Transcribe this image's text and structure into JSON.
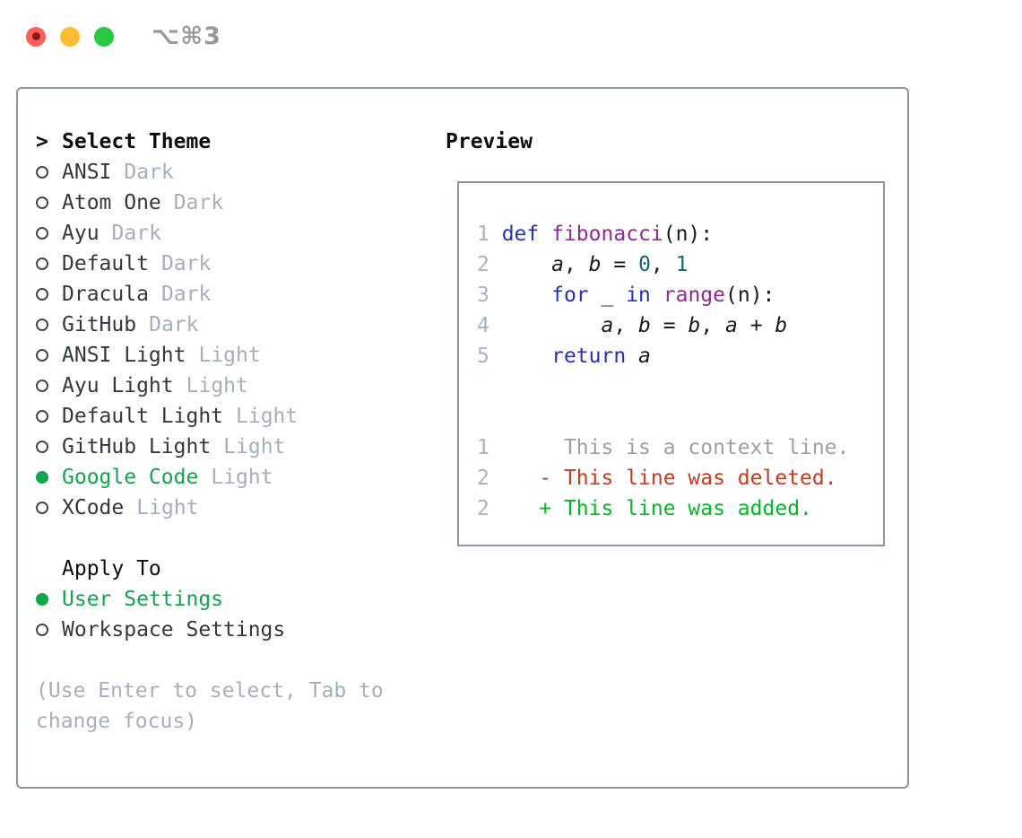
{
  "window": {
    "title": "⌥⌘3"
  },
  "theme_panel": {
    "header": {
      "prefix": ">",
      "label": "Select Theme"
    },
    "themes": [
      {
        "name": "ANSI",
        "variant": "Dark",
        "selected": false
      },
      {
        "name": "Atom One",
        "variant": "Dark",
        "selected": false
      },
      {
        "name": "Ayu",
        "variant": "Dark",
        "selected": false
      },
      {
        "name": "Default",
        "variant": "Dark",
        "selected": false
      },
      {
        "name": "Dracula",
        "variant": "Dark",
        "selected": false
      },
      {
        "name": "GitHub",
        "variant": "Dark",
        "selected": false
      },
      {
        "name": "ANSI Light",
        "variant": "Light",
        "selected": false
      },
      {
        "name": "Ayu Light",
        "variant": "Light",
        "selected": false
      },
      {
        "name": "Default Light",
        "variant": "Light",
        "selected": false
      },
      {
        "name": "GitHub Light",
        "variant": "Light",
        "selected": false
      },
      {
        "name": "Google Code",
        "variant": "Light",
        "selected": true
      },
      {
        "name": "XCode",
        "variant": "Light",
        "selected": false
      }
    ],
    "apply_to": {
      "label": "Apply To",
      "options": [
        {
          "name": "User Settings",
          "selected": true
        },
        {
          "name": "Workspace Settings",
          "selected": false
        }
      ]
    },
    "hint": "(Use Enter to select, Tab to change focus)"
  },
  "preview": {
    "label": "Preview",
    "code_lines": [
      {
        "lineno": "1",
        "tokens": [
          {
            "t": "def",
            "c": "kw"
          },
          {
            "t": " ",
            "c": "pl"
          },
          {
            "t": "fibonacci",
            "c": "fn"
          },
          {
            "t": "(n):",
            "c": "pl"
          }
        ]
      },
      {
        "lineno": "2",
        "tokens": [
          {
            "t": "    ",
            "c": "pl"
          },
          {
            "t": "a",
            "c": "var"
          },
          {
            "t": ", ",
            "c": "pl"
          },
          {
            "t": "b",
            "c": "var"
          },
          {
            "t": " = ",
            "c": "pl"
          },
          {
            "t": "0",
            "c": "num"
          },
          {
            "t": ", ",
            "c": "pl"
          },
          {
            "t": "1",
            "c": "num"
          }
        ]
      },
      {
        "lineno": "3",
        "tokens": [
          {
            "t": "    ",
            "c": "pl"
          },
          {
            "t": "for",
            "c": "kw"
          },
          {
            "t": " _ ",
            "c": "pl"
          },
          {
            "t": "in",
            "c": "kw"
          },
          {
            "t": " ",
            "c": "pl"
          },
          {
            "t": "range",
            "c": "fn"
          },
          {
            "t": "(n):",
            "c": "pl"
          }
        ]
      },
      {
        "lineno": "4",
        "tokens": [
          {
            "t": "        ",
            "c": "pl"
          },
          {
            "t": "a",
            "c": "var"
          },
          {
            "t": ", ",
            "c": "pl"
          },
          {
            "t": "b",
            "c": "var"
          },
          {
            "t": " = ",
            "c": "pl"
          },
          {
            "t": "b",
            "c": "var"
          },
          {
            "t": ", ",
            "c": "pl"
          },
          {
            "t": "a",
            "c": "var"
          },
          {
            "t": " + ",
            "c": "pl"
          },
          {
            "t": "b",
            "c": "var"
          }
        ]
      },
      {
        "lineno": "5",
        "tokens": [
          {
            "t": "    ",
            "c": "pl"
          },
          {
            "t": "return",
            "c": "kw"
          },
          {
            "t": " ",
            "c": "pl"
          },
          {
            "t": "a",
            "c": "var"
          }
        ]
      }
    ],
    "diff_lines": [
      {
        "lineno": "1",
        "marker": "",
        "text": "This is a context line.",
        "type": "context"
      },
      {
        "lineno": "2",
        "marker": "-",
        "text": "This line was deleted.",
        "type": "deleted"
      },
      {
        "lineno": "2",
        "marker": "+",
        "text": "This line was added.",
        "type": "added"
      }
    ]
  },
  "colors": {
    "ui_green": "#10a64b",
    "radio_border": "#43484f",
    "item_text": "#33383f",
    "heading_text": "#0b0d10",
    "muted": "#a7afbc",
    "lineno": "#a9b3c2",
    "panel_border": "#8d95a3",
    "kw": "#2531bd",
    "fn": "#8f2a96",
    "num": "#0d6c6e",
    "code_text": "#17191c",
    "diff_context": "#9aa0a6",
    "diff_del": "#c93a20",
    "diff_add": "#00b824",
    "title_text": "#98989d",
    "tl_red": "#ff5f57",
    "tl_red_dot": "#861c11",
    "tl_yellow": "#febc2e",
    "tl_green": "#28c840"
  }
}
